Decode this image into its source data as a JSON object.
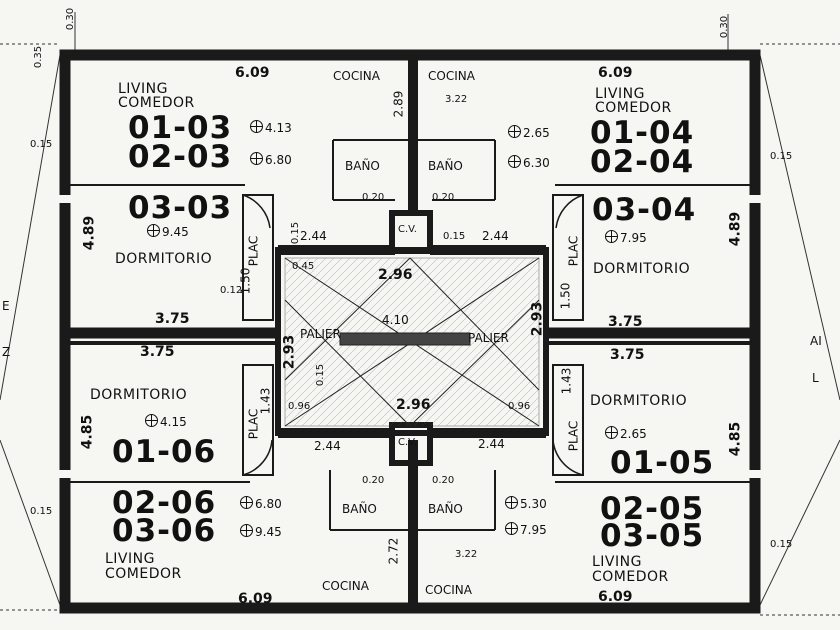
{
  "title_marks": {
    "top_dim": "0.30",
    "top_dim_right": "0.30",
    "left_035": "0.35",
    "left_015": "0.15",
    "right_015": "0.15"
  },
  "top_left": {
    "dim_width": "6.09",
    "room": "LIVING\nCOMEDOR",
    "room_line1": "LIVING",
    "room_line2": "COMEDOR",
    "unit_a": "01-03",
    "unit_b": "02-03",
    "level_a": "4.13",
    "level_b": "6.80",
    "cocina": "COCINA",
    "bano": "BAÑO",
    "v020": "0.20",
    "bed_unit": "03-03",
    "bed_level": "9.45",
    "dormitorio": "DORMITORIO",
    "dim_489": "4.89",
    "dim_375": "3.75",
    "plac": "PLAC",
    "plac_dim": "1.50",
    "dim_244": "2.44",
    "dim_015": "0.15",
    "v012": "0.12",
    "v289": "2.89"
  },
  "top_right": {
    "dim_width": "6.09",
    "room_line1": "LIVING",
    "room_line2": "COMEDOR",
    "unit_a": "01-04",
    "unit_b": "02-04",
    "level_a": "2.65",
    "level_b": "6.30",
    "cocina": "COCINA",
    "cocina_sub": "3.22",
    "bano": "BAÑO",
    "v020": "0.20",
    "bed_unit": "03-04",
    "bed_level": "7.95",
    "dormitorio": "DORMITORIO",
    "dim_489": "4.89",
    "dim_375": "3.75",
    "plac": "PLAC",
    "plac_dim": "1.50",
    "dim_244": "2.44",
    "dim_015": "0.15"
  },
  "core": {
    "cv": "C.V.",
    "dim_296_top": "2.96",
    "dim_296_bottom": "2.96",
    "dim_410": "4.10",
    "palier_left": "PALIER",
    "palier_right": "PALIER",
    "dim_293_left": "2.93",
    "dim_293_right": "2.93",
    "v045": "0.45",
    "v015": "0.15",
    "v096": "0.96",
    "v096r": "0.96"
  },
  "bottom_left": {
    "dim_375": "3.75",
    "dormitorio": "DORMITORIO",
    "bed_level": "4.15",
    "bed_unit": "01-06",
    "dim_485": "4.85",
    "plac": "PLAC",
    "plac_dim": "1.43",
    "unit_a": "02-06",
    "unit_b": "03-06",
    "level_a": "6.80",
    "level_b": "9.45",
    "room_line1": "LIVING",
    "room_line2": "COMEDOR",
    "dim_width": "6.09",
    "bano": "BAÑO",
    "cocina": "COCINA",
    "dim_244": "2.44",
    "dim_272": "2.72",
    "v015": "0.15",
    "v020": "0.20"
  },
  "bottom_right": {
    "dim_375": "3.75",
    "dormitorio": "DORMITORIO",
    "bed_level": "2.65",
    "bed_unit": "01-05",
    "dim_485": "4.85",
    "plac": "PLAC",
    "plac_dim": "1.43",
    "unit_a": "02-05",
    "unit_b": "03-05",
    "level_a": "5.30",
    "level_b": "7.95",
    "room_line1": "LIVING",
    "room_line2": "COMEDOR",
    "dim_width": "6.09",
    "bano": "BAÑO",
    "cocina": "COCINA",
    "cocina_sub": "3.22",
    "dim_244": "2.44",
    "v015": "0.15",
    "v020": "0.20"
  },
  "edges": {
    "left_e": "E",
    "left_z": "Z",
    "right_ai": "AI",
    "right_l": "L"
  },
  "colors": {
    "ink": "#111111",
    "paper": "#f6f6f3",
    "wall": "#1a1a1a"
  }
}
